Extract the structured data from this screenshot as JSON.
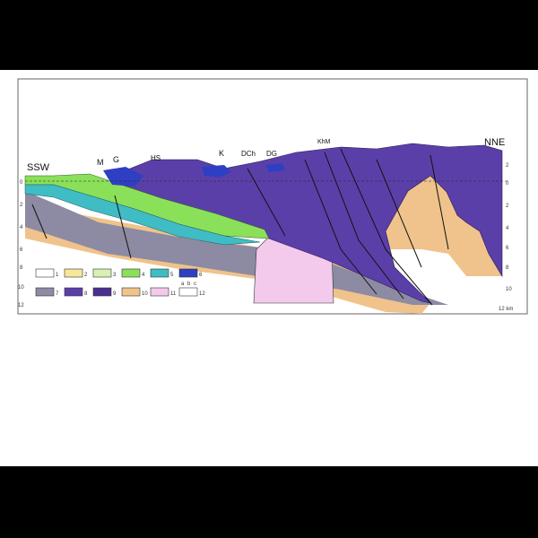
{
  "top_letterbox": "",
  "section": {
    "left_label": "SSW",
    "right_label": "NNE",
    "structure_labels": [
      "M",
      "G",
      "HS",
      "K",
      "DCh",
      "DG",
      "KhM"
    ],
    "left_depth_ticks": [
      "0",
      "2",
      "4",
      "6",
      "8",
      "10",
      "12"
    ],
    "right_depth_ticks": [
      "2",
      "0",
      "2",
      "4",
      "6",
      "8",
      "10",
      "12 km"
    ],
    "legend": [
      "1",
      "2",
      "3",
      "4",
      "5",
      "6",
      "7",
      "8",
      "9",
      "10",
      "11",
      "12"
    ],
    "legend_sub": [
      "a",
      "b",
      "c"
    ],
    "colors": {
      "purple": "#5b3fa8",
      "gray": "#8d8aa3",
      "tan": "#efc38b",
      "green": "#8be05a",
      "cyan": "#3fbcc4",
      "blue": "#2f3fc4",
      "pink": "#f3c9ec"
    }
  }
}
